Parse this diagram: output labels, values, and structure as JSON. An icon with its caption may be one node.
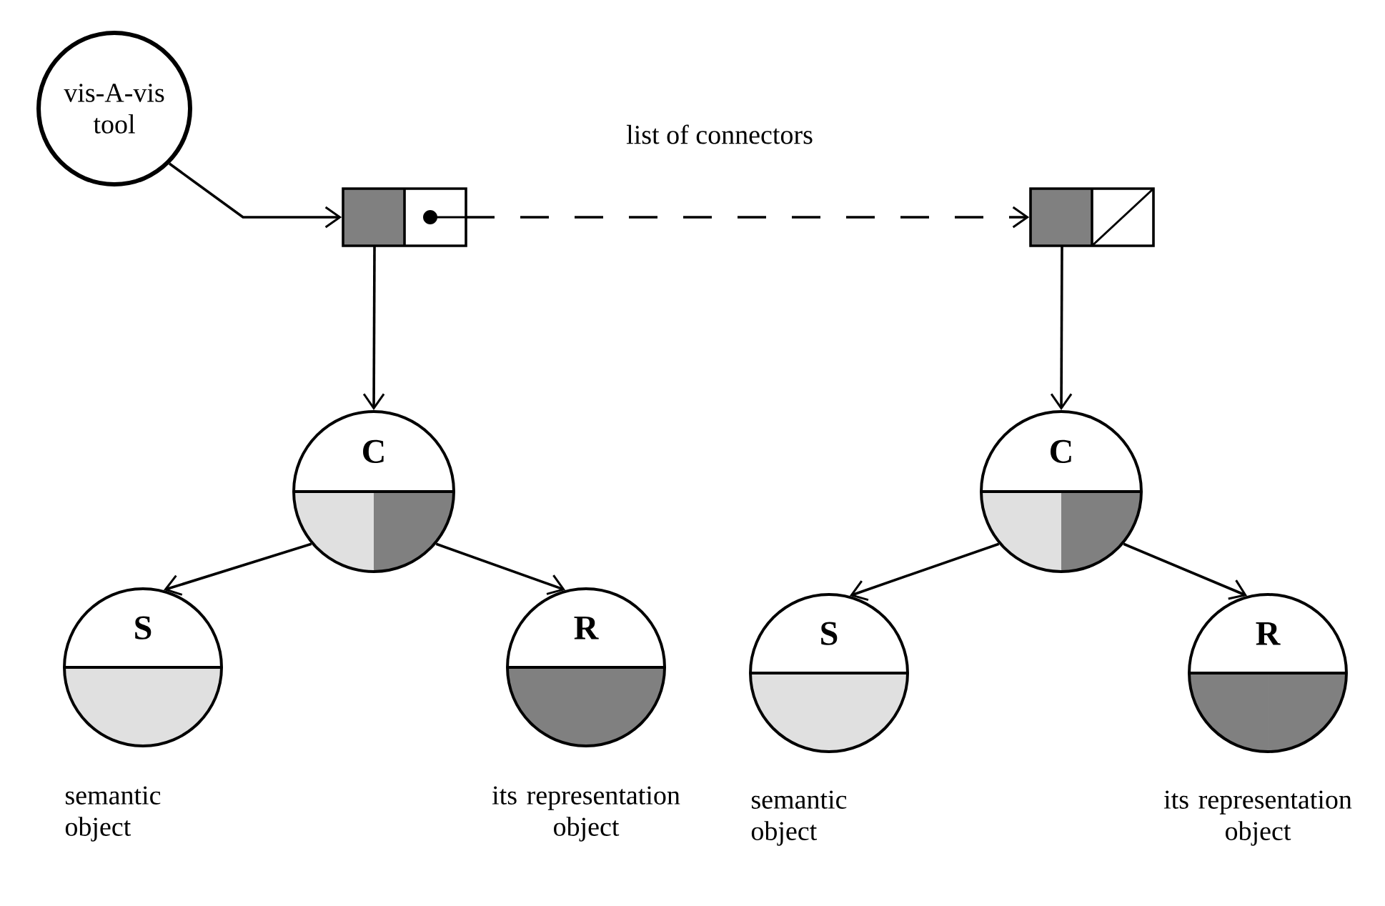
{
  "diagram": {
    "nodes": [
      {
        "text": [
          "vis-A-vis tool"
        ]
      },
      {
        "text": [],
        "shape": "box"
      },
      {
        "text": [],
        "shape": "box"
      },
      {
        "text": [
          "C"
        ]
      },
      {
        "text": [
          "S"
        ],
        "beside": [
          "semantic object"
        ]
      },
      {
        "text": [
          "R"
        ],
        "beside": [
          "its representation object"
        ]
      },
      {
        "text": [
          "C"
        ]
      },
      {
        "text": [
          "S"
        ],
        "beside": [
          "semantic object"
        ]
      },
      {
        "text": [
          "R"
        ],
        "beside": [
          "its representation object"
        ]
      }
    ],
    "edges": [
      {
        "from": 0,
        "to": 1,
        "arrow": "to"
      },
      {
        "from": 1,
        "to": 2,
        "arrow": "to",
        "style": "dashed",
        "label": "list of connectors"
      },
      {
        "from": 1,
        "to": 3,
        "arrow": "to"
      },
      {
        "from": 3,
        "to": 4,
        "arrow": "to"
      },
      {
        "from": 3,
        "to": 5,
        "arrow": "to"
      },
      {
        "from": 2,
        "to": 6,
        "arrow": "to"
      },
      {
        "from": 6,
        "to": 7,
        "arrow": "to"
      },
      {
        "from": 6,
        "to": 8,
        "arrow": "to"
      }
    ]
  }
}
